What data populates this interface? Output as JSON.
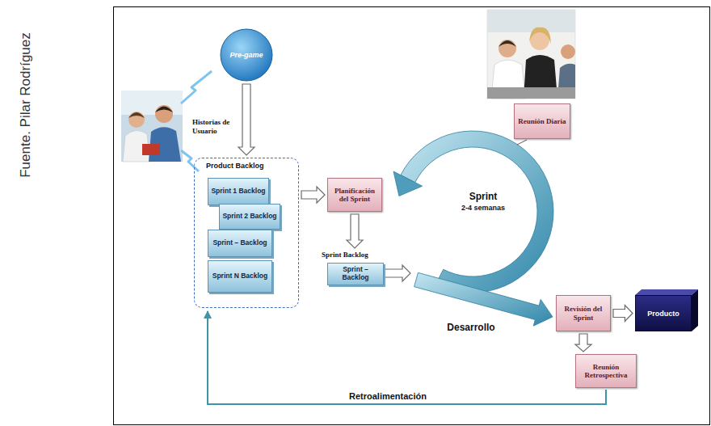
{
  "diagram": {
    "nodes": [
      {
        "text": [
          "Pre-game"
        ]
      },
      {
        "text": [
          "Product Backlog"
        ]
      },
      {
        "text": [
          "Sprint 1 Backlog"
        ],
        "in": 1
      },
      {
        "text": [
          "Sprint 2 Backlog"
        ],
        "in": 1
      },
      {
        "text": [
          "Sprint – Backlog"
        ],
        "in": 1
      },
      {
        "text": [
          "Sprint N Backlog"
        ],
        "in": 1
      },
      {
        "text": [
          "Planificación del Sprint"
        ]
      },
      {
        "text": [
          "Sprint Backlog",
          "Sprint – Backlog"
        ]
      },
      {
        "text": [
          "Reunión Diaria"
        ]
      },
      {
        "text": [
          "Revisión del Sprint"
        ]
      },
      {
        "text": [
          "Producto"
        ]
      },
      {
        "text": [
          "Reunión Retrospectiva"
        ]
      }
    ],
    "edges": [
      {
        "from": 0,
        "to": 1,
        "arrow": "to"
      },
      {
        "from": 1,
        "to": 6,
        "arrow": "to"
      },
      {
        "from": 6,
        "to": 7,
        "arrow": "to"
      },
      {
        "from": 9,
        "to": 10,
        "arrow": "to"
      },
      {
        "from": 9,
        "to": 11,
        "arrow": "to"
      },
      {
        "from": 11,
        "to": 1,
        "arrow": "to",
        "label": "Retroalimentación"
      }
    ],
    "labels": [
      "Fuente. Pilar Rodríguez",
      "Historias de Usuario",
      "Sprint",
      "2-4 semanas",
      "Desarrollo"
    ]
  }
}
